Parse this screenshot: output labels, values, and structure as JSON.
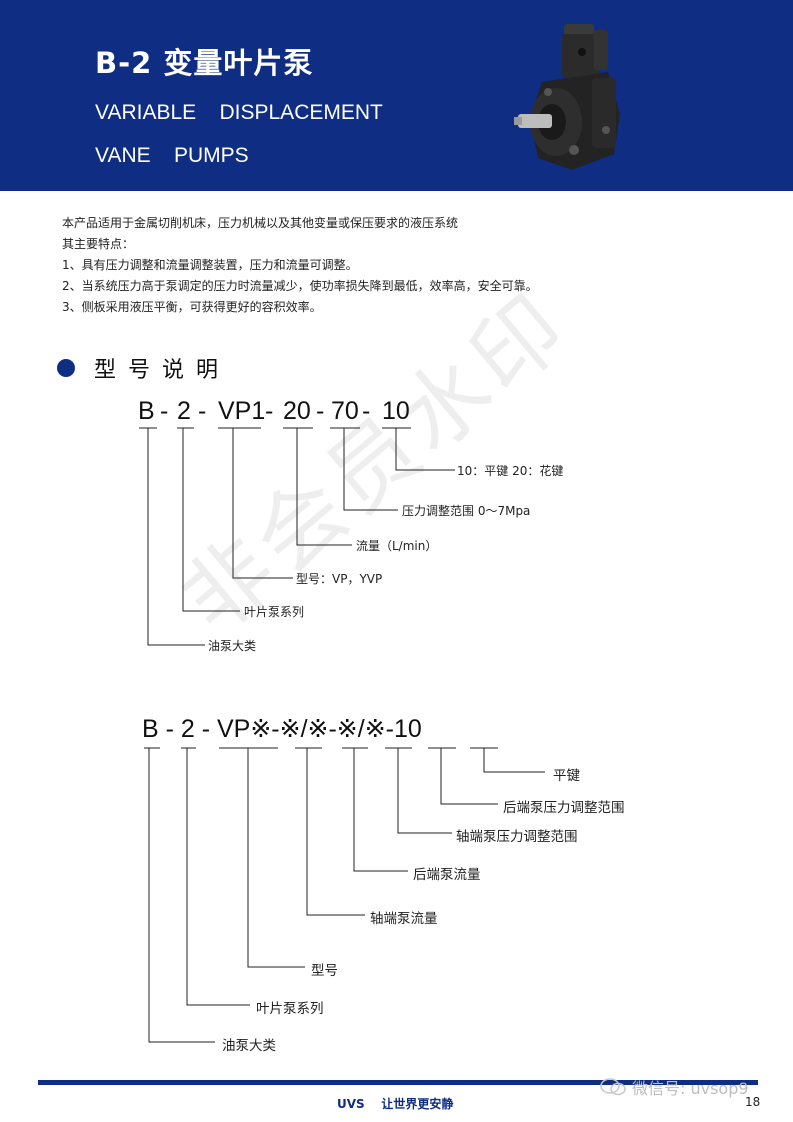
{
  "header": {
    "title": "B-2 变量叶片泵",
    "subtitle_line1": "VARIABLE    DISPLACEMENT",
    "subtitle_line2": "VANE    PUMPS",
    "banner_color": "#0e2d83"
  },
  "intro": [
    "本产品适用于金属切削机床，压力机械以及其他变量或保压要求的液压系统",
    "其主要特点：",
    "1、具有压力调整和流量调整装置，压力和流量可调整。",
    "2、当系统压力高于泵调定的压力时流量减少，使功率损失降到最低，效率高，安全可靠。",
    "3、侧板采用液压平衡，可获得更好的容积效率。"
  ],
  "section": {
    "title": "型号说明"
  },
  "model_code_1": {
    "parts": [
      "B",
      "2",
      "VP1",
      "20",
      "70",
      "10"
    ],
    "separator": "-",
    "labels": [
      "10：平键 20：花键",
      "压力调整范围 0～7Mpa",
      "流量（L/min）",
      "型号：VP，YVP",
      "叶片泵系列",
      "油泵大类"
    ]
  },
  "model_code_2": {
    "text": "B - 2 - VP※-※/※-※/※-10",
    "labels": [
      "平键",
      "后端泵压力调整范围",
      "轴端泵压力调整范围",
      "后端泵流量",
      "轴端泵流量",
      "型号",
      "叶片泵系列",
      "油泵大类"
    ]
  },
  "watermark": "非会员水印",
  "footer": {
    "brand": "UVS",
    "slogan": "让世界更安静",
    "page_number": "18",
    "wechat": "微信号: uvsop9",
    "wechat_icon": "wechat-icon"
  }
}
